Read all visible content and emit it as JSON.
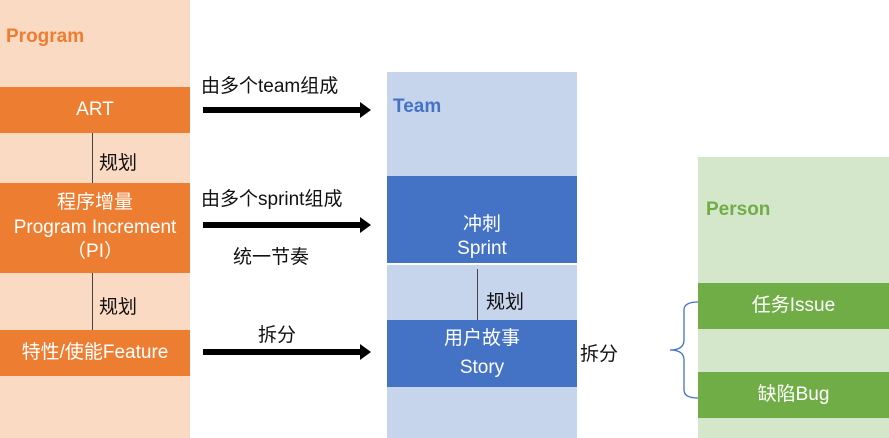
{
  "program": {
    "title": "Program",
    "art": "ART",
    "plan_label_1": "规划",
    "pi_line1": "程序增量",
    "pi_line2": "Program Increment",
    "pi_line3": "（PI）",
    "plan_label_2": "规划",
    "feature": "特性/使能Feature"
  },
  "arrows": {
    "team_compose": "由多个team组成",
    "sprint_compose": "由多个sprint组成",
    "unified_cadence": "统一节奏",
    "split": "拆分"
  },
  "team": {
    "title": "Team",
    "sprint_line1": "冲刺",
    "sprint_line2": "Sprint",
    "plan_label": "规划",
    "story_line1": "用户故事",
    "story_line2": "Story"
  },
  "split_brace_label": "拆分",
  "person": {
    "title": "Person",
    "issue": "任务Issue",
    "bug": "缺陷Bug"
  },
  "colors": {
    "program_bg": "#FBDAC4",
    "program_accent": "#ED7D31",
    "team_bg": "#C7D5EC",
    "team_accent": "#4472C4",
    "person_bg": "#D5E7CB",
    "person_accent": "#70AD47"
  }
}
